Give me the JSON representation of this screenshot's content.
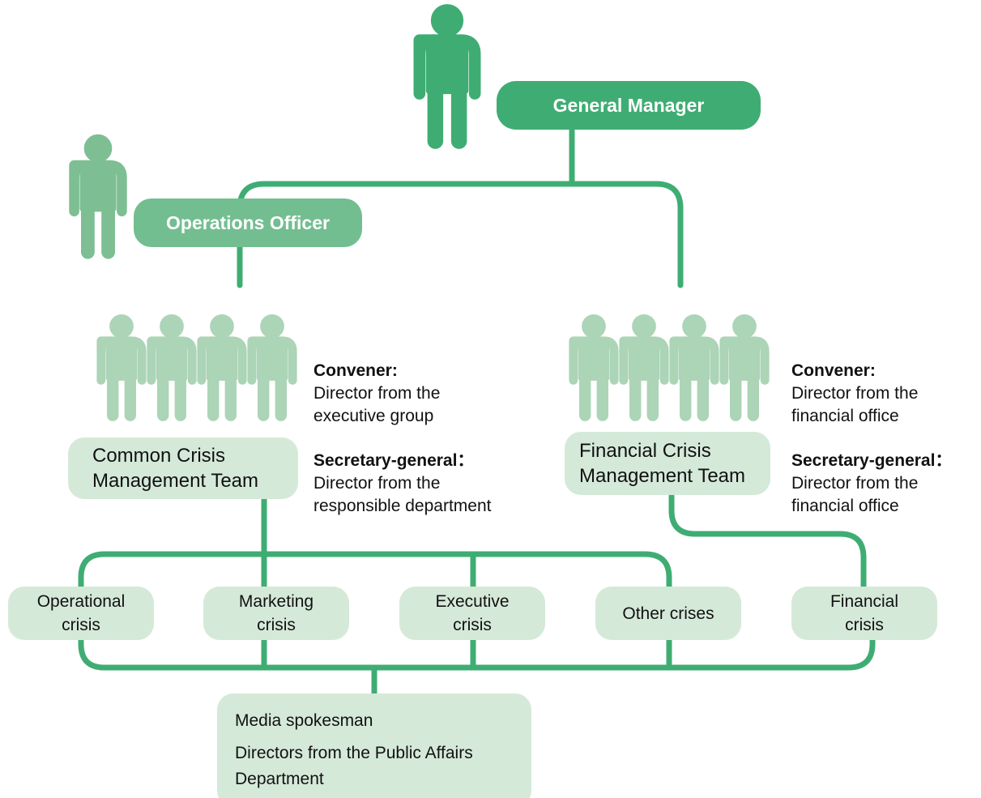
{
  "general_manager": "General Manager",
  "operations_officer": "Operations Officer",
  "common_team": {
    "name_lines": [
      "Common Crisis",
      "Management Team"
    ],
    "convener_label": "Convener:",
    "convener_lines": [
      "Director from the",
      "executive group"
    ],
    "secretary_label": "Secretary-general：",
    "secretary_lines": [
      "Director from the",
      "responsible department"
    ]
  },
  "financial_team": {
    "name_lines": [
      "Financial Crisis",
      "Management Team"
    ],
    "convener_label": "Convener:",
    "convener_lines": [
      "Director from the",
      "financial office"
    ],
    "secretary_label": "Secretary-general：",
    "secretary_lines": [
      "Director from the",
      "financial office"
    ]
  },
  "crises": [
    [
      "Operational",
      "crisis"
    ],
    [
      "Marketing",
      "crisis"
    ],
    [
      "Executive",
      "crisis"
    ],
    [
      "Other crises"
    ],
    [
      "Financial",
      "crisis"
    ]
  ],
  "media": {
    "title": "Media spokesman",
    "lines": [
      "Directors from the Public Affairs",
      "Department"
    ]
  },
  "colors": {
    "connector": "#3fad73",
    "manager_icon": "#3fad73",
    "officer_icon": "#7dbf93",
    "team_icon": "#acd4b7",
    "dark_box": "#3fad73",
    "mid_box": "#73be91",
    "light_box": "#d5e9d9"
  },
  "icons": {
    "manager": "person-icon",
    "officer": "person-icon",
    "team_members": "group-of-people-icon"
  }
}
